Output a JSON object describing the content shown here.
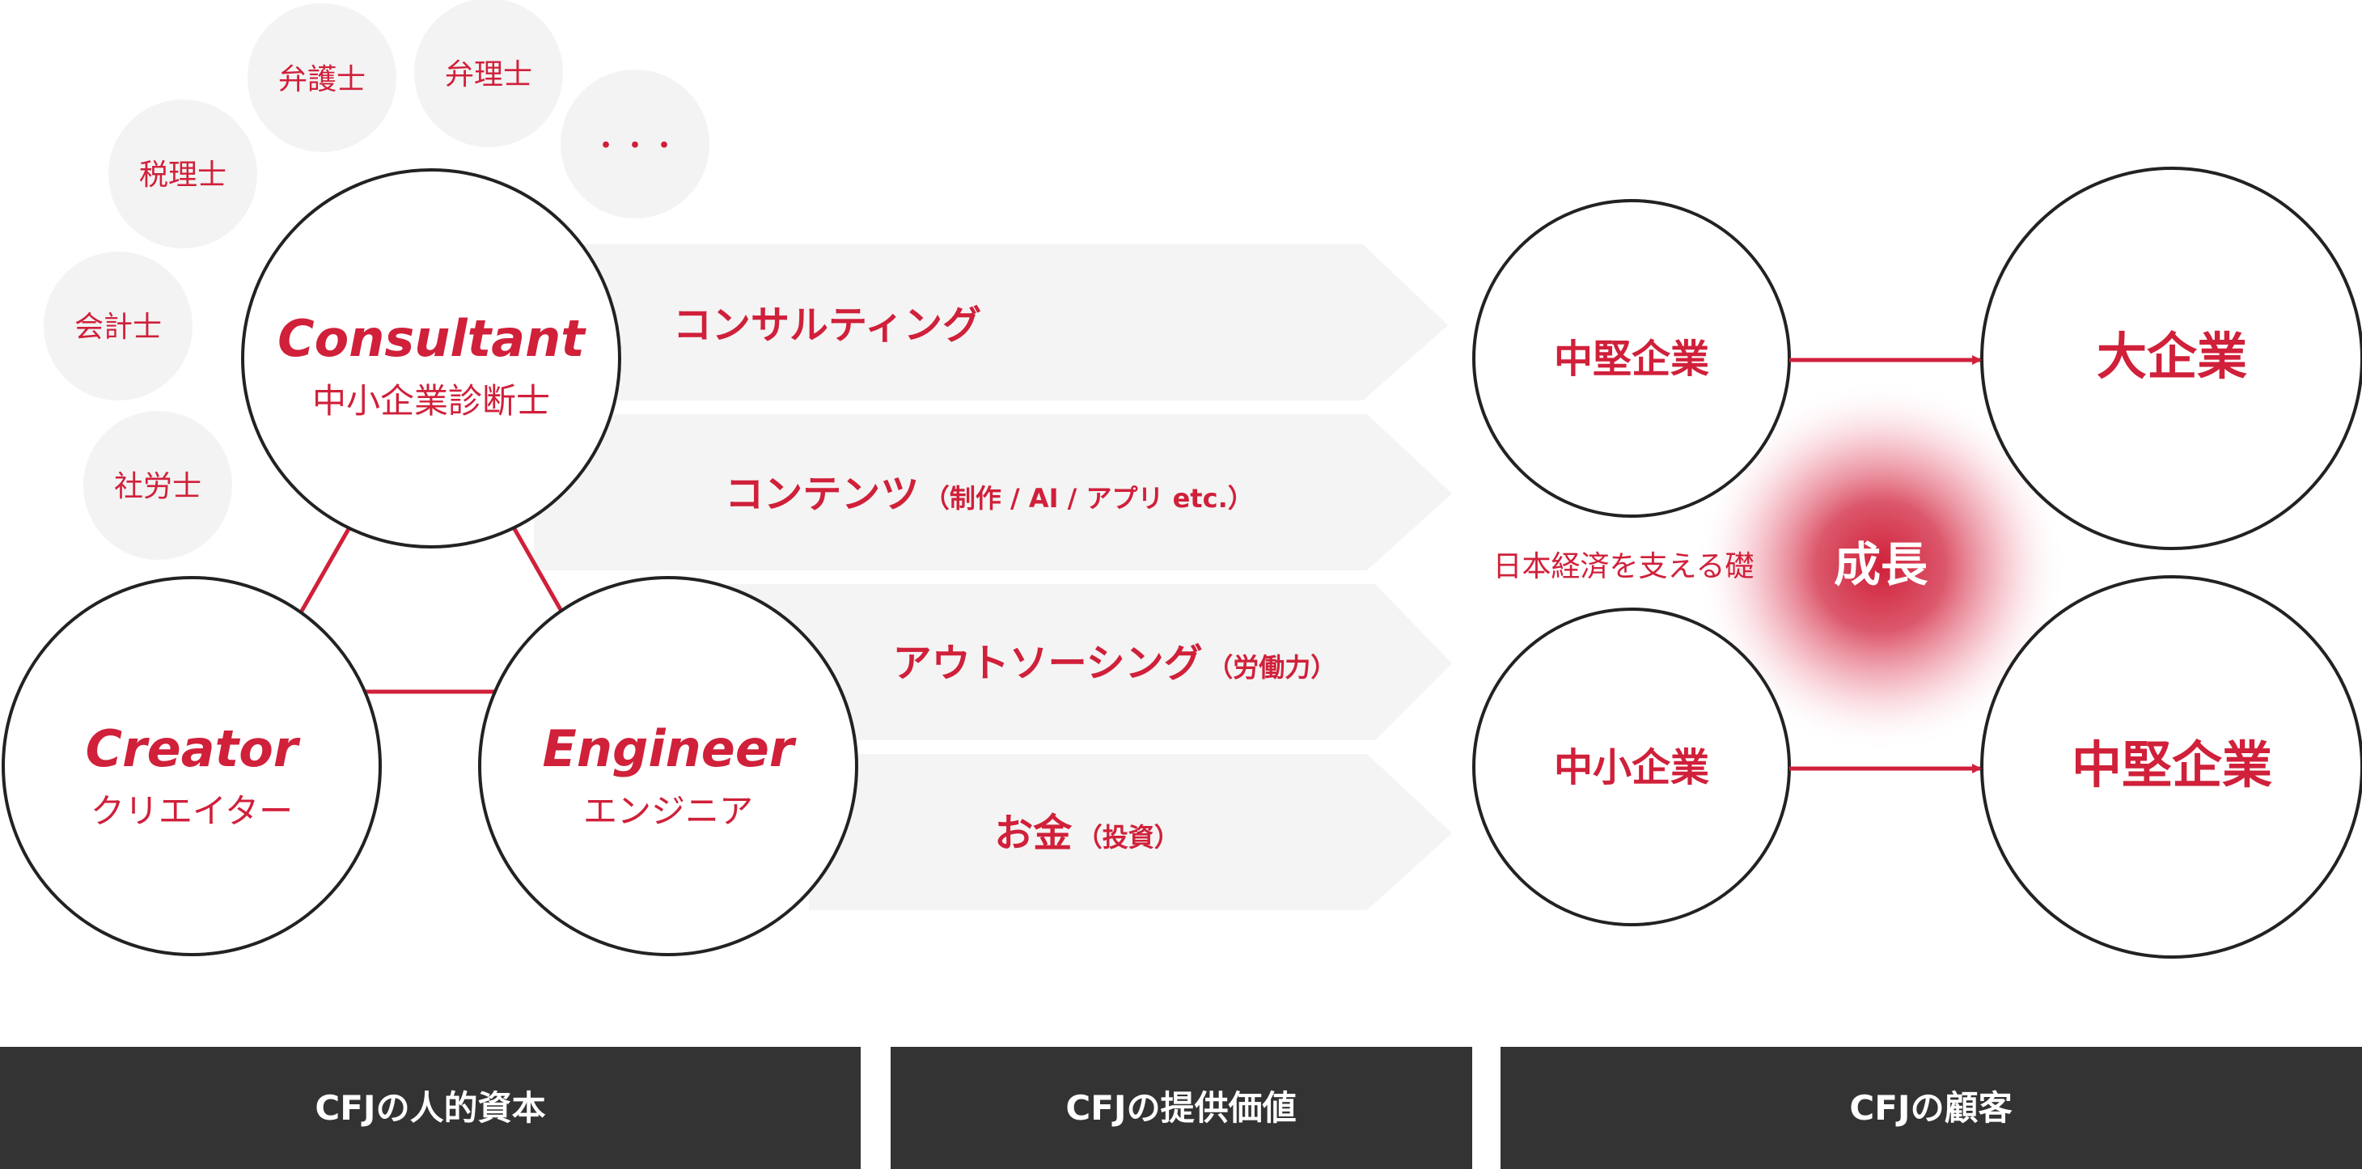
{
  "human_capital": {
    "specialists": [
      "弁護士",
      "弁理士",
      "税理士",
      "・・・",
      "会計士",
      "社労士"
    ],
    "consultant": {
      "title": "Consultant",
      "subtitle": "中小企業診断士"
    },
    "creator": {
      "title": "Creator",
      "subtitle": "クリエイター"
    },
    "engineer": {
      "title": "Engineer",
      "subtitle": "エンジニア"
    }
  },
  "value_offering": {
    "items": [
      {
        "main": "コンサルティング",
        "note": ""
      },
      {
        "main": "コンテンツ",
        "note": "（制作 / AI / アプリ etc.）"
      },
      {
        "main": "アウトソーシング",
        "note": "（労働力）"
      },
      {
        "main": "お金",
        "note": "（投資）"
      }
    ]
  },
  "customers": {
    "from_top": "中堅企業",
    "to_top": "大企業",
    "from_bottom": "中小企業",
    "to_bottom": "中堅企業",
    "foundation": "日本経済を支える礎",
    "growth": "成長"
  },
  "footer": {
    "labels": [
      "CFJの人的資本",
      "CFJの提供価値",
      "CFJの顧客"
    ]
  },
  "colors": {
    "accent": "#d0203a",
    "footer_bg": "#333333",
    "arrow_bg": "#f4f4f4",
    "bubble_bg": "#f3f3f3",
    "outline": "#222222"
  }
}
